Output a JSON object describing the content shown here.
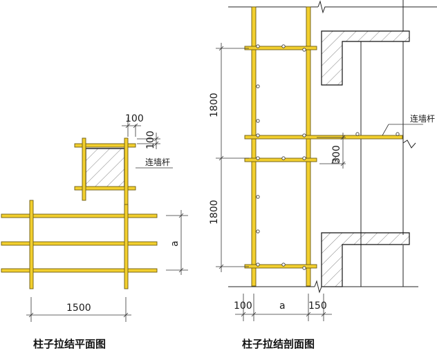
{
  "plan": {
    "dim_1500": "1500",
    "dim_a": "a",
    "dim_100_top": "100",
    "dim_100_side": "100",
    "tie_label": "连墙杆",
    "caption": "柱子拉结平面图"
  },
  "section": {
    "dim_1800_upper": "1800",
    "dim_1800_lower": "1800",
    "dim_300": "300",
    "dim_100": "100",
    "dim_a": "a",
    "dim_150": "150",
    "tie_label": "连墙杆",
    "caption": "柱子拉结剖面图"
  },
  "colors": {
    "tube_fill": "#f2cf2e",
    "tube_edge": "#6b5a10"
  }
}
